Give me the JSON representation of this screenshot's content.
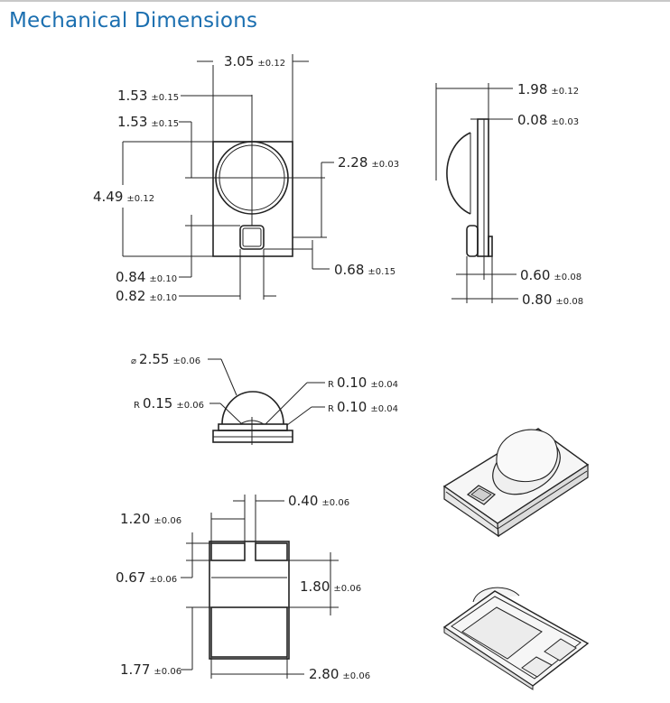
{
  "title": "Mechanical Dimensions",
  "top_view": {
    "width": {
      "v": "3.05",
      "t": "±0.12"
    },
    "dome_offset_a": {
      "v": "1.53",
      "t": "±0.15"
    },
    "dome_offset_b": {
      "v": "1.53",
      "t": "±0.15"
    },
    "dome_center_y": {
      "v": "2.28",
      "t": "±0.03"
    },
    "height": {
      "v": "4.49",
      "t": "±0.12"
    },
    "pad_offset": {
      "v": "0.84",
      "t": "±0.10"
    },
    "pad_width": {
      "v": "0.82",
      "t": "±0.10"
    },
    "pad_height": {
      "v": "0.68",
      "t": "±0.15"
    }
  },
  "side_view": {
    "total_height": {
      "v": "1.98",
      "t": "±0.12"
    },
    "lead_thickness": {
      "v": "0.08",
      "t": "±0.03"
    },
    "base": {
      "v": "0.60",
      "t": "±0.08"
    },
    "board": {
      "v": "0.80",
      "t": "±0.08"
    }
  },
  "front_view": {
    "diameter": {
      "p": "⌀",
      "v": "2.55",
      "t": "±0.06"
    },
    "radius_a": {
      "p": "R",
      "v": "0.10",
      "t": "±0.04"
    },
    "radius_b": {
      "p": "R",
      "v": "0.15",
      "t": "±0.06"
    },
    "radius_c": {
      "p": "R",
      "v": "0.10",
      "t": "±0.04"
    }
  },
  "bottom_view": {
    "gap": {
      "v": "0.40",
      "t": "±0.06"
    },
    "pad_width": {
      "v": "1.20",
      "t": "±0.06"
    },
    "pad_height": {
      "v": "0.67",
      "t": "±0.06"
    },
    "thermal_offset": {
      "v": "1.80",
      "t": "±0.06"
    },
    "thermal_height": {
      "v": "1.77",
      "t": "±0.06"
    },
    "width": {
      "v": "2.80",
      "t": "±0.06"
    }
  }
}
